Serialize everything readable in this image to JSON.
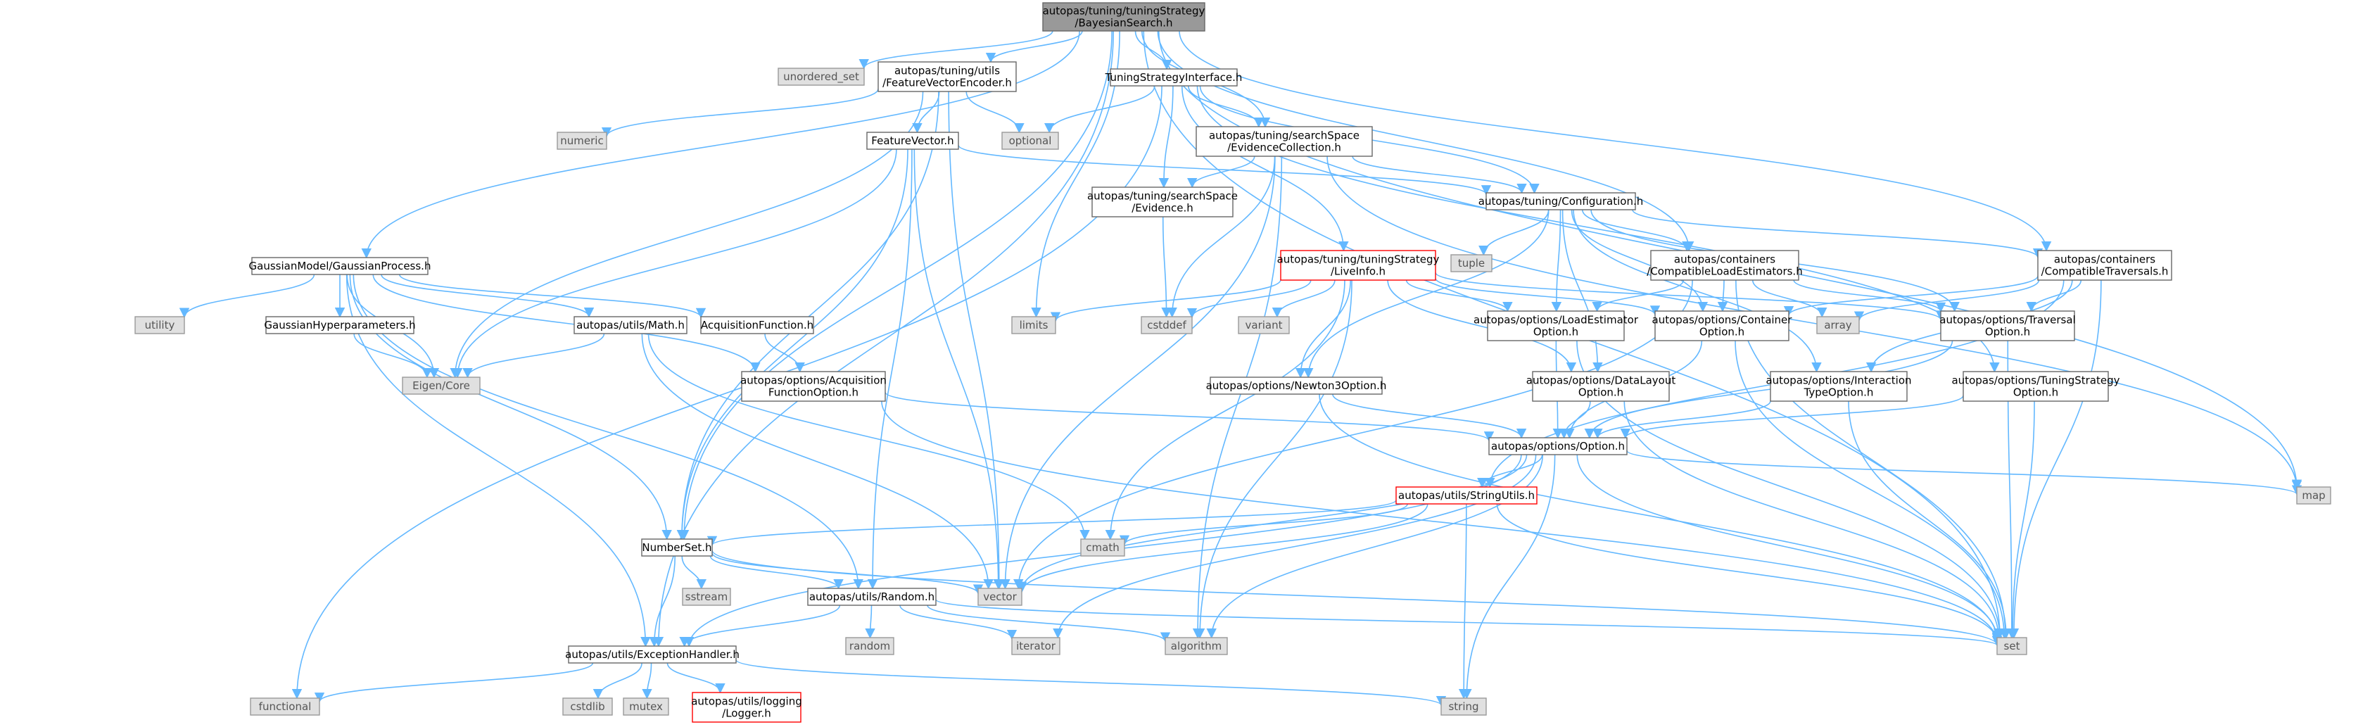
{
  "colors": {
    "edge": "#63b8ff",
    "root_fill": "#999999",
    "normal_fill": "#ffffff",
    "normal_border": "#666666",
    "system_fill": "#e0e0e0",
    "system_border": "#999999",
    "red_border": "#ff0000",
    "system_text": "#555555"
  },
  "nodes": [
    {
      "id": "root",
      "lines": [
        "autopas/tuning/tuningStrategy",
        "/BayesianSearch.h"
      ],
      "kind": "root"
    },
    {
      "id": "unordered_set",
      "lines": [
        "unordered_set"
      ],
      "kind": "system"
    },
    {
      "id": "fve",
      "lines": [
        "autopas/tuning/utils",
        "/FeatureVectorEncoder.h"
      ],
      "kind": "normal"
    },
    {
      "id": "tsi",
      "lines": [
        "TuningStrategyInterface.h"
      ],
      "kind": "normal"
    },
    {
      "id": "numeric",
      "lines": [
        "numeric"
      ],
      "kind": "system"
    },
    {
      "id": "optional",
      "lines": [
        "optional"
      ],
      "kind": "system"
    },
    {
      "id": "fv",
      "lines": [
        "FeatureVector.h"
      ],
      "kind": "normal"
    },
    {
      "id": "evcoll",
      "lines": [
        "autopas/tuning/searchSpace",
        "/EvidenceCollection.h"
      ],
      "kind": "normal"
    },
    {
      "id": "config",
      "lines": [
        "autopas/tuning/Configuration.h"
      ],
      "kind": "normal"
    },
    {
      "id": "evidence",
      "lines": [
        "autopas/tuning/searchSpace",
        "/Evidence.h"
      ],
      "kind": "normal"
    },
    {
      "id": "tuple",
      "lines": [
        "tuple"
      ],
      "kind": "system"
    },
    {
      "id": "liveinfo",
      "lines": [
        "autopas/tuning/tuningStrategy",
        "/LiveInfo.h"
      ],
      "kind": "red"
    },
    {
      "id": "compload",
      "lines": [
        "autopas/containers",
        "/CompatibleLoadEstimators.h"
      ],
      "kind": "normal"
    },
    {
      "id": "comptrav",
      "lines": [
        "autopas/containers",
        "/CompatibleTraversals.h"
      ],
      "kind": "normal"
    },
    {
      "id": "gp",
      "lines": [
        "GaussianModel/GaussianProcess.h"
      ],
      "kind": "normal"
    },
    {
      "id": "utility",
      "lines": [
        "utility"
      ],
      "kind": "system"
    },
    {
      "id": "ghp",
      "lines": [
        "GaussianHyperparameters.h"
      ],
      "kind": "normal"
    },
    {
      "id": "math",
      "lines": [
        "autopas/utils/Math.h"
      ],
      "kind": "normal"
    },
    {
      "id": "acqfn",
      "lines": [
        "AcquisitionFunction.h"
      ],
      "kind": "normal"
    },
    {
      "id": "limits",
      "lines": [
        "limits"
      ],
      "kind": "system"
    },
    {
      "id": "cstddef",
      "lines": [
        "cstddef"
      ],
      "kind": "system"
    },
    {
      "id": "variant",
      "lines": [
        "variant"
      ],
      "kind": "system"
    },
    {
      "id": "loadest",
      "lines": [
        "autopas/options/LoadEstimator",
        "Option.h"
      ],
      "kind": "normal"
    },
    {
      "id": "contopt",
      "lines": [
        "autopas/options/Container",
        "Option.h"
      ],
      "kind": "normal"
    },
    {
      "id": "array",
      "lines": [
        "array"
      ],
      "kind": "system"
    },
    {
      "id": "travopt",
      "lines": [
        "autopas/options/Traversal",
        "Option.h"
      ],
      "kind": "normal"
    },
    {
      "id": "eigen",
      "lines": [
        "Eigen/Core"
      ],
      "kind": "system"
    },
    {
      "id": "acqopt",
      "lines": [
        "autopas/options/Acquisition",
        "FunctionOption.h"
      ],
      "kind": "normal"
    },
    {
      "id": "newton3",
      "lines": [
        "autopas/options/Newton3Option.h"
      ],
      "kind": "normal"
    },
    {
      "id": "datalayout",
      "lines": [
        "autopas/options/DataLayout",
        "Option.h"
      ],
      "kind": "normal"
    },
    {
      "id": "interopt",
      "lines": [
        "autopas/options/Interaction",
        "TypeOption.h"
      ],
      "kind": "normal"
    },
    {
      "id": "tsopt",
      "lines": [
        "autopas/options/TuningStrategy",
        "Option.h"
      ],
      "kind": "normal"
    },
    {
      "id": "option",
      "lines": [
        "autopas/options/Option.h"
      ],
      "kind": "normal"
    },
    {
      "id": "map",
      "lines": [
        "map"
      ],
      "kind": "system"
    },
    {
      "id": "strutils",
      "lines": [
        "autopas/utils/StringUtils.h"
      ],
      "kind": "red"
    },
    {
      "id": "numberset",
      "lines": [
        "NumberSet.h"
      ],
      "kind": "normal"
    },
    {
      "id": "cmath",
      "lines": [
        "cmath"
      ],
      "kind": "system"
    },
    {
      "id": "sstream",
      "lines": [
        "sstream"
      ],
      "kind": "system"
    },
    {
      "id": "vector",
      "lines": [
        "vector"
      ],
      "kind": "system"
    },
    {
      "id": "random_h",
      "lines": [
        "autopas/utils/Random.h"
      ],
      "kind": "normal"
    },
    {
      "id": "random",
      "lines": [
        "random"
      ],
      "kind": "system"
    },
    {
      "id": "iterator",
      "lines": [
        "iterator"
      ],
      "kind": "system"
    },
    {
      "id": "algorithm",
      "lines": [
        "algorithm"
      ],
      "kind": "system"
    },
    {
      "id": "set",
      "lines": [
        "set"
      ],
      "kind": "system"
    },
    {
      "id": "exc",
      "lines": [
        "autopas/utils/ExceptionHandler.h"
      ],
      "kind": "normal"
    },
    {
      "id": "functional",
      "lines": [
        "functional"
      ],
      "kind": "system"
    },
    {
      "id": "cstdlib",
      "lines": [
        "cstdlib"
      ],
      "kind": "system"
    },
    {
      "id": "mutex",
      "lines": [
        "mutex"
      ],
      "kind": "system"
    },
    {
      "id": "logger",
      "lines": [
        "autopas/utils/logging",
        "/Logger.h"
      ],
      "kind": "red"
    },
    {
      "id": "string",
      "lines": [
        "string"
      ],
      "kind": "system"
    }
  ],
  "edges": [
    [
      "root",
      "unordered_set"
    ],
    [
      "root",
      "fve"
    ],
    [
      "root",
      "tsi"
    ],
    [
      "root",
      "evcoll"
    ],
    [
      "root",
      "limits"
    ],
    [
      "root",
      "gp"
    ],
    [
      "root",
      "numberset"
    ],
    [
      "root",
      "exc"
    ],
    [
      "root",
      "map"
    ],
    [
      "root",
      "set"
    ],
    [
      "root",
      "compload"
    ],
    [
      "root",
      "comptrav"
    ],
    [
      "fve",
      "numeric"
    ],
    [
      "fve",
      "optional"
    ],
    [
      "fve",
      "fv"
    ],
    [
      "fve",
      "eigen"
    ],
    [
      "fve",
      "vector"
    ],
    [
      "fve",
      "numberset"
    ],
    [
      "tsi",
      "optional"
    ],
    [
      "tsi",
      "evcoll"
    ],
    [
      "tsi",
      "evidence"
    ],
    [
      "tsi",
      "config"
    ],
    [
      "tsi",
      "liveinfo"
    ],
    [
      "tsi",
      "functional"
    ],
    [
      "tsi",
      "tsopt"
    ],
    [
      "fv",
      "config"
    ],
    [
      "fv",
      "eigen"
    ],
    [
      "fv",
      "vector"
    ],
    [
      "fv",
      "numberset"
    ],
    [
      "fv",
      "random_h"
    ],
    [
      "evcoll",
      "evidence"
    ],
    [
      "evcoll",
      "config"
    ],
    [
      "evcoll",
      "cstddef"
    ],
    [
      "evcoll",
      "vector"
    ],
    [
      "evcoll",
      "algorithm"
    ],
    [
      "evcoll",
      "map"
    ],
    [
      "evidence",
      "cstddef"
    ],
    [
      "config",
      "tuple"
    ],
    [
      "config",
      "compload"
    ],
    [
      "config",
      "comptrav"
    ],
    [
      "config",
      "loadest"
    ],
    [
      "config",
      "contopt"
    ],
    [
      "config",
      "travopt"
    ],
    [
      "config",
      "newton3"
    ],
    [
      "config",
      "datalayout"
    ],
    [
      "config",
      "interopt"
    ],
    [
      "liveinfo",
      "limits"
    ],
    [
      "liveinfo",
      "cstddef"
    ],
    [
      "liveinfo",
      "variant"
    ],
    [
      "liveinfo",
      "loadest"
    ],
    [
      "liveinfo",
      "contopt"
    ],
    [
      "liveinfo",
      "travopt"
    ],
    [
      "liveinfo",
      "newton3"
    ],
    [
      "liveinfo",
      "datalayout"
    ],
    [
      "liveinfo",
      "cmath"
    ],
    [
      "liveinfo",
      "algorithm"
    ],
    [
      "compload",
      "loadest"
    ],
    [
      "compload",
      "contopt"
    ],
    [
      "compload",
      "array"
    ],
    [
      "compload",
      "travopt"
    ],
    [
      "compload",
      "vector"
    ],
    [
      "compload",
      "set"
    ],
    [
      "comptrav",
      "contopt"
    ],
    [
      "comptrav",
      "travopt"
    ],
    [
      "comptrav",
      "interopt"
    ],
    [
      "comptrav",
      "array"
    ],
    [
      "comptrav",
      "set"
    ],
    [
      "comptrav",
      "strutils"
    ],
    [
      "gp",
      "utility"
    ],
    [
      "gp",
      "ghp"
    ],
    [
      "gp",
      "math"
    ],
    [
      "gp",
      "acqfn"
    ],
    [
      "gp",
      "eigen"
    ],
    [
      "gp",
      "acqopt"
    ],
    [
      "gp",
      "numberset"
    ],
    [
      "gp",
      "random_h"
    ],
    [
      "gp",
      "exc"
    ],
    [
      "ghp",
      "eigen"
    ],
    [
      "math",
      "eigen"
    ],
    [
      "math",
      "cmath"
    ],
    [
      "math",
      "vector"
    ],
    [
      "acqfn",
      "acqopt"
    ],
    [
      "acqopt",
      "option"
    ],
    [
      "acqopt",
      "set"
    ],
    [
      "loadest",
      "option"
    ],
    [
      "loadest",
      "set"
    ],
    [
      "contopt",
      "option"
    ],
    [
      "contopt",
      "set"
    ],
    [
      "travopt",
      "option"
    ],
    [
      "travopt",
      "set"
    ],
    [
      "newton3",
      "option"
    ],
    [
      "newton3",
      "set"
    ],
    [
      "datalayout",
      "option"
    ],
    [
      "datalayout",
      "set"
    ],
    [
      "interopt",
      "option"
    ],
    [
      "interopt",
      "set"
    ],
    [
      "tsopt",
      "option"
    ],
    [
      "tsopt",
      "set"
    ],
    [
      "option",
      "map"
    ],
    [
      "option",
      "strutils"
    ],
    [
      "option",
      "vector"
    ],
    [
      "option",
      "set"
    ],
    [
      "option",
      "string"
    ],
    [
      "option",
      "algorithm"
    ],
    [
      "option",
      "iterator"
    ],
    [
      "option",
      "exc"
    ],
    [
      "strutils",
      "numberset"
    ],
    [
      "strutils",
      "cmath"
    ],
    [
      "strutils",
      "vector"
    ],
    [
      "strutils",
      "set"
    ],
    [
      "strutils",
      "string"
    ],
    [
      "numberset",
      "sstream"
    ],
    [
      "numberset",
      "vector"
    ],
    [
      "numberset",
      "random_h"
    ],
    [
      "numberset",
      "exc"
    ],
    [
      "numberset",
      "set"
    ],
    [
      "random_h",
      "random"
    ],
    [
      "random_h",
      "iterator"
    ],
    [
      "random_h",
      "algorithm"
    ],
    [
      "random_h",
      "set"
    ],
    [
      "random_h",
      "exc"
    ],
    [
      "exc",
      "functional"
    ],
    [
      "exc",
      "cstdlib"
    ],
    [
      "exc",
      "mutex"
    ],
    [
      "exc",
      "logger"
    ],
    [
      "exc",
      "string"
    ]
  ]
}
